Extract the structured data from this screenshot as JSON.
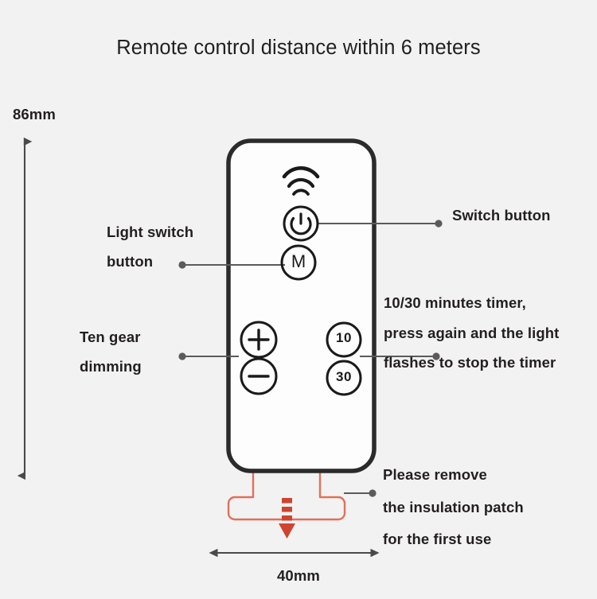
{
  "page": {
    "title": "Remote control distance within 6 meters",
    "background_color": "#f2f2f2",
    "text_color": "#231f20"
  },
  "dimensions": {
    "height_label": "86mm",
    "width_label": "40mm"
  },
  "device": {
    "name": "remote-control",
    "body_color": "#fdfdfd",
    "outline_color": "#2b2b2b",
    "buttons": [
      {
        "id": "signal",
        "icon": "signal-waves-icon",
        "label": ""
      },
      {
        "id": "power",
        "icon": "power-icon",
        "label": ""
      },
      {
        "id": "mode",
        "icon": "",
        "label": "M"
      },
      {
        "id": "brightness-up",
        "icon": "plus-icon",
        "label": ""
      },
      {
        "id": "brightness-down",
        "icon": "minus-icon",
        "label": ""
      },
      {
        "id": "timer-10",
        "icon": "",
        "label": "10"
      },
      {
        "id": "timer-30",
        "icon": "",
        "label": "30"
      }
    ]
  },
  "insulation_patch": {
    "color": "#e0533f",
    "arrow_icon": "dashed-down-arrow-icon"
  },
  "callouts": {
    "light_switch": {
      "lines": [
        "Light switch",
        "button"
      ]
    },
    "ten_gear": {
      "lines": [
        "Ten gear",
        "dimming"
      ]
    },
    "switch_button": {
      "lines": [
        "Switch button"
      ]
    },
    "timer": {
      "lines": [
        "10/30 minutes timer,",
        "press again and the light",
        "flashes to stop the timer"
      ]
    },
    "insulation": {
      "lines": [
        "Please remove",
        "the insulation patch",
        "for the first use"
      ]
    }
  }
}
